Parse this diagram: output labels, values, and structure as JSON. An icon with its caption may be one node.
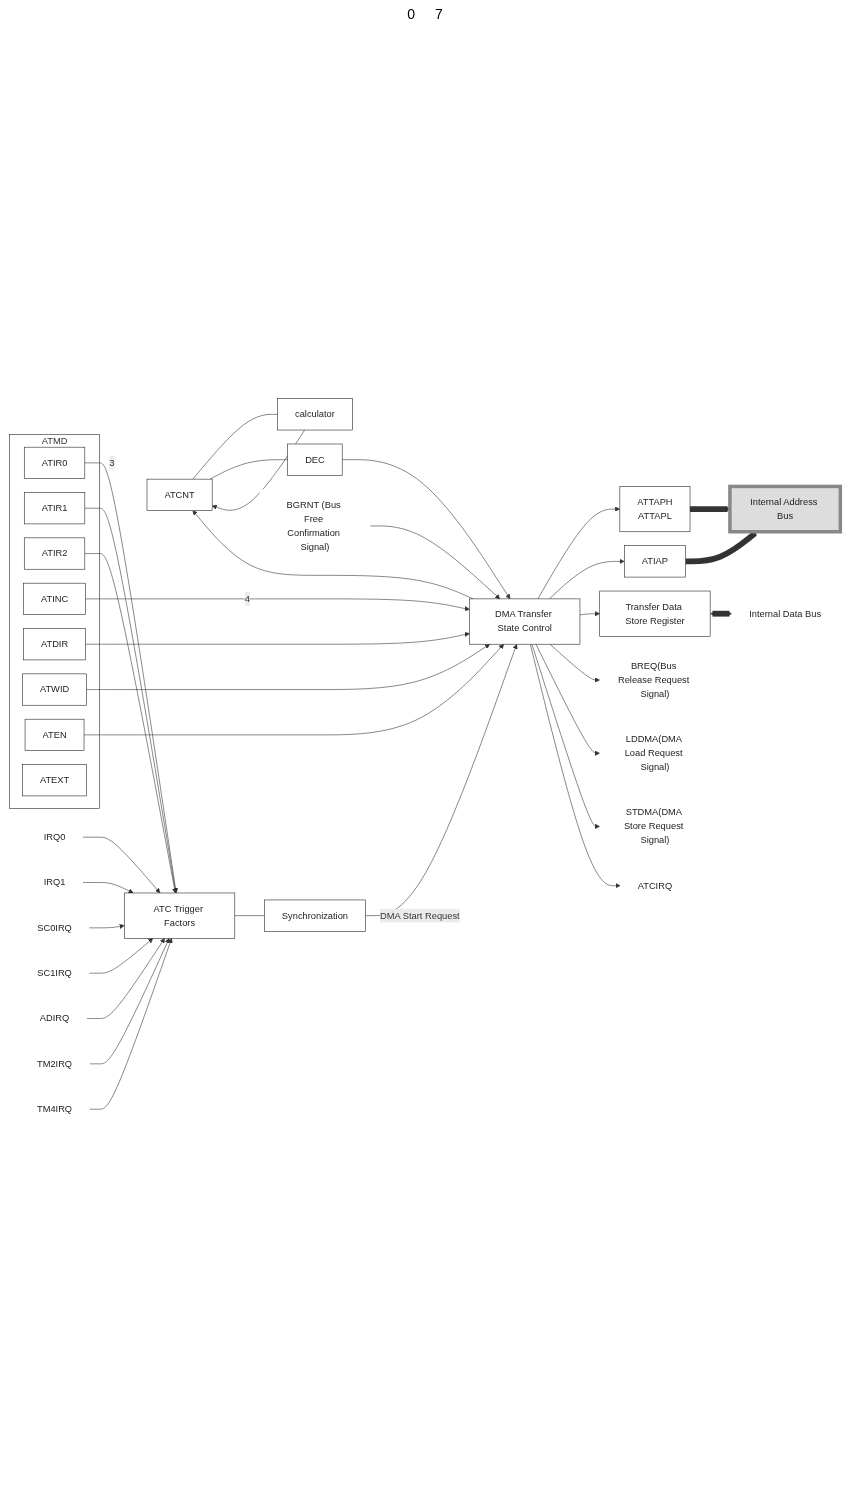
{
  "diagram": {
    "nodes": [
      {
        "text": [
          "Internal Address Bus"
        ]
      },
      {
        "text": [
          "ATTAPH",
          "ATTAPL"
        ]
      },
      {
        "text": [
          "ATIAP"
        ]
      },
      {
        "text": [
          "Internal Data Bus"
        ]
      },
      {
        "text": [
          "Transfer Data Store Register"
        ]
      },
      {
        "text": [
          "ATCNT"
        ]
      },
      {
        "text": [
          "calculator"
        ]
      },
      {
        "text": [
          "DEC"
        ]
      },
      {
        "text": [
          "BREQ(Bus Release Request Signal)"
        ]
      },
      {
        "text": [
          "LDDMA(DMA Load Request Signal)"
        ]
      },
      {
        "text": [
          "STDMA(DMA Store Request Signal)"
        ]
      },
      {
        "text": [
          "ATCIRQ"
        ]
      },
      {
        "text": [
          "DMA Transfer State Control"
        ]
      },
      {
        "text": [
          "BGRNT (Bus Free Confirmation Signal)"
        ]
      },
      {
        "text": [
          "Synchronization"
        ]
      },
      {
        "text": [
          "ATMD"
        ]
      },
      {
        "text": [
          "ATIR0"
        ],
        "in": 15
      },
      {
        "text": [
          "ATIR1"
        ],
        "in": 15
      },
      {
        "text": [
          "ATIR2"
        ],
        "in": 15
      },
      {
        "text": [
          "ATINC"
        ],
        "in": 15
      },
      {
        "text": [
          "ATDIR"
        ],
        "in": 15
      },
      {
        "text": [
          "ATWID"
        ],
        "in": 15
      },
      {
        "text": [
          "ATEN"
        ],
        "in": 15
      },
      {
        "text": [
          "ATEXT"
        ],
        "in": 15
      },
      {
        "text": [
          "ATC Trigger Factors"
        ]
      },
      {
        "text": [
          "IRQ0"
        ]
      },
      {
        "text": [
          "IRQ1"
        ]
      },
      {
        "text": [
          "SC0IRQ"
        ]
      },
      {
        "text": [
          "SC1IRQ"
        ]
      },
      {
        "text": [
          "ADIRQ"
        ]
      },
      {
        "text": [
          "TM2IRQ"
        ]
      },
      {
        "text": [
          "TM4IRQ"
        ]
      }
    ],
    "edges": [
      {
        "from": 1,
        "to": 0,
        "arrow": "to",
        "style": "thick"
      },
      {
        "from": 2,
        "to": 0,
        "arrow": "to",
        "style": "thick"
      },
      {
        "from": 4,
        "to": 3,
        "arrow": "both",
        "style": "thick"
      },
      {
        "from": 12,
        "to": 1,
        "arrow": "to"
      },
      {
        "from": 12,
        "to": 2,
        "arrow": "to"
      },
      {
        "from": 12,
        "to": 4,
        "arrow": "to"
      },
      {
        "from": 12,
        "to": 5,
        "arrow": "to"
      },
      {
        "from": 5,
        "to": 6,
        "arrow": "none"
      },
      {
        "from": 6,
        "to": 5,
        "arrow": "to"
      },
      {
        "from": 5,
        "to": 7,
        "arrow": "none"
      },
      {
        "from": 7,
        "to": 12,
        "arrow": "to"
      },
      {
        "from": 12,
        "to": 8,
        "arrow": "to"
      },
      {
        "from": 12,
        "to": 9,
        "arrow": "to"
      },
      {
        "from": 12,
        "to": 10,
        "arrow": "to"
      },
      {
        "from": 12,
        "to": 11,
        "arrow": "to"
      },
      {
        "from": 13,
        "to": 12,
        "arrow": "to"
      },
      {
        "from": 14,
        "to": 12,
        "arrow": "to",
        "label": "DMA Start Request"
      },
      {
        "from": 24,
        "to": 14,
        "arrow": "none"
      },
      {
        "from": 16,
        "to": 24,
        "arrow": "to",
        "label": "3"
      },
      {
        "from": 17,
        "to": 24,
        "arrow": "to"
      },
      {
        "from": 18,
        "to": 24,
        "arrow": "to"
      },
      {
        "from": 19,
        "to": 12,
        "arrow": "to",
        "label": "4"
      },
      {
        "from": 20,
        "to": 12,
        "arrow": "to"
      },
      {
        "from": 21,
        "to": 12,
        "arrow": "to"
      },
      {
        "from": 22,
        "to": 12,
        "arrow": "to"
      },
      {
        "from": 25,
        "to": 24,
        "arrow": "to"
      },
      {
        "from": 26,
        "to": 24,
        "arrow": "to"
      },
      {
        "from": 27,
        "to": 24,
        "arrow": "to"
      },
      {
        "from": 28,
        "to": 24,
        "arrow": "to"
      },
      {
        "from": 29,
        "to": 24,
        "arrow": "to"
      },
      {
        "from": 30,
        "to": 24,
        "arrow": "to"
      },
      {
        "from": 31,
        "to": 24,
        "arrow": "to"
      }
    ],
    "labels": [
      "0",
      "7"
    ]
  }
}
